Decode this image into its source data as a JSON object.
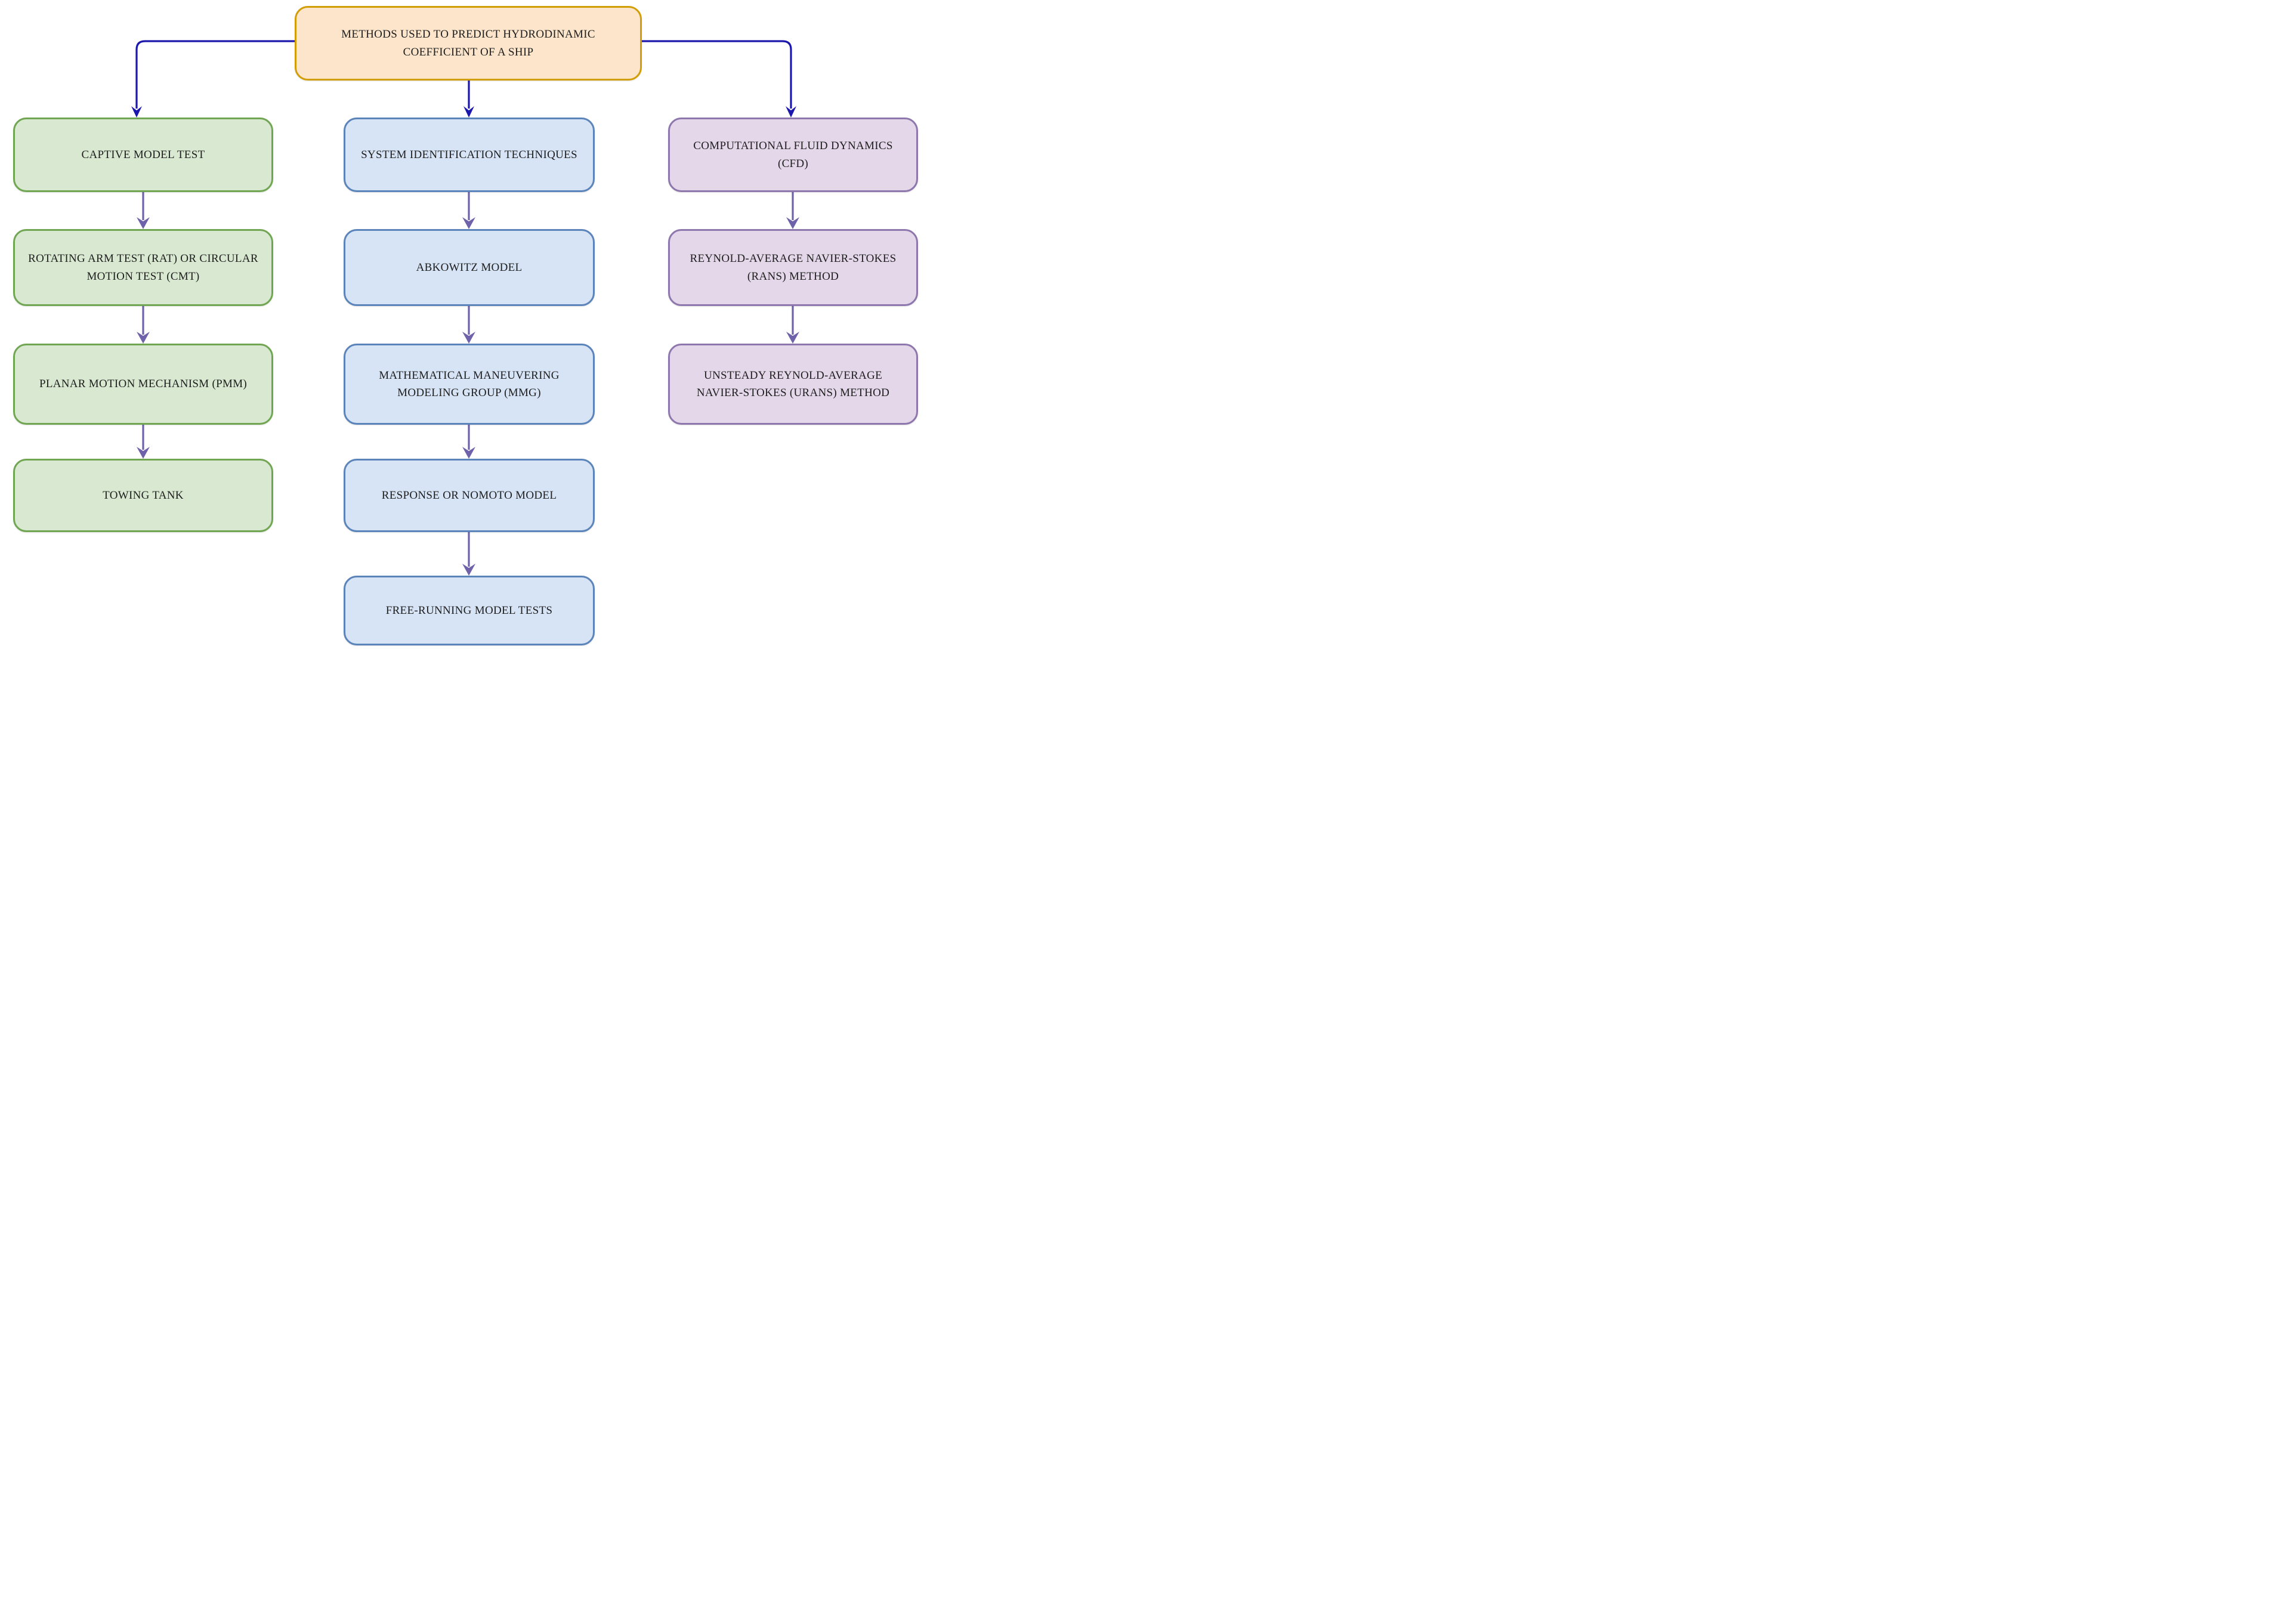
{
  "title": {
    "text": "METHODS USED TO PREDICT HYDRODINAMIC COEFFICIENT OF A SHIP"
  },
  "columns": [
    {
      "id": "captive-model-test",
      "theme": "green",
      "nodes": [
        "CAPTIVE MODEL TEST",
        "ROTATING ARM TEST (RAT) OR CIRCULAR MOTION TEST (CMT)",
        "PLANAR MOTION MECHANISM (PMM)",
        "TOWING TANK"
      ]
    },
    {
      "id": "system-identification",
      "theme": "blue",
      "nodes": [
        "SYSTEM IDENTIFICATION TECHNIQUES",
        "ABKOWITZ MODEL",
        "MATHEMATICAL MANEUVERING MODELING GROUP (MMG)",
        "RESPONSE OR NOMOTO MODEL",
        "FREE-RUNNING MODEL TESTS"
      ]
    },
    {
      "id": "computational-fluid-dynamics",
      "theme": "purple",
      "nodes": [
        "COMPUTATIONAL FLUID DYNAMICS (CFD)",
        "REYNOLD-AVERAGE NAVIER-STOKES (RANS) METHOD",
        "UNSTEADY REYNOLD-AVERAGE NAVIER-STOKES (URANS) METHOD"
      ]
    }
  ],
  "colors": {
    "connector_primary": "#1c17ad",
    "connector_secondary": "#6f62ab",
    "orange": {
      "fill": "#fce5cb",
      "border": "#d29e06"
    },
    "green": {
      "fill": "#d9e9d1",
      "border": "#70a651"
    },
    "blue": {
      "fill": "#d6e4f6",
      "border": "#5b84ba"
    },
    "purple": {
      "fill": "#e3d7e9",
      "border": "#8d77ad"
    }
  }
}
